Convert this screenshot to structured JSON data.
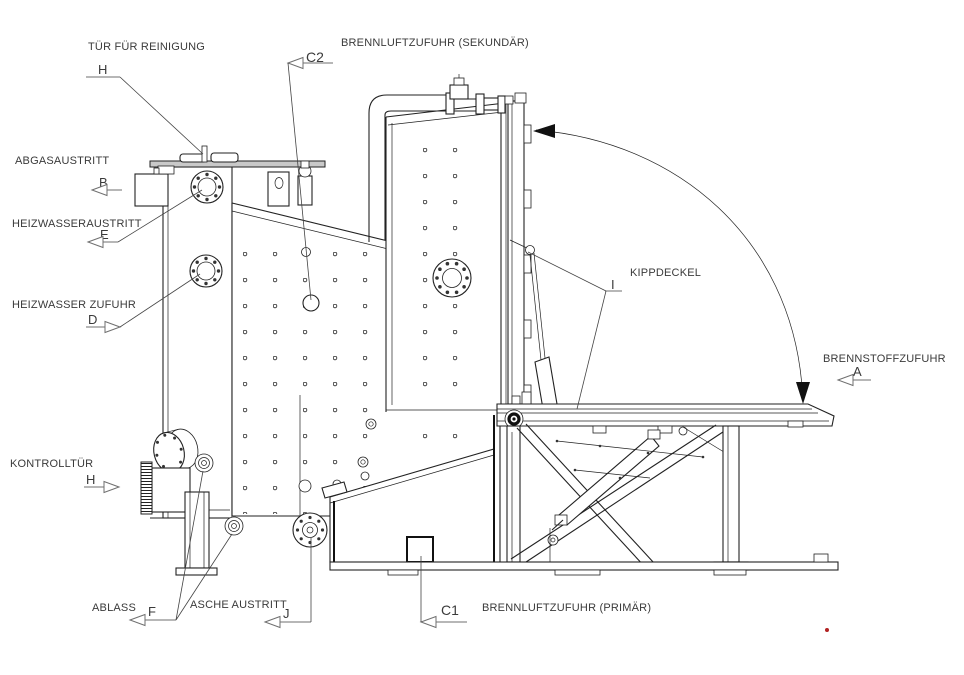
{
  "drawing": {
    "title_hint": "Kesselanlage Seitenansicht",
    "labels": {
      "tuer_fuer_reinigung": "TÜR FÜR REINIGUNG",
      "brennluft_sekundaer": "BRENNLUFTZUFUHR (SEKUNDÄR)",
      "abgasaustritt": "ABGASAUSTRITT",
      "heizwasseraustritt": "HEIZWASSERAUSTRITT",
      "heizwasser_zufuhr": "HEIZWASSER ZUFUHR",
      "kontrolltuer": "KONTROLLTÜR",
      "ablass": "ABLASS",
      "asche_austritt": "ASCHE AUSTRITT",
      "brennluft_primaer": "BRENNLUFTZUFUHR (PRIMÄR)",
      "kippdeckel": "KIPPDECKEL",
      "brennstoffzufuhr": "BRENNSTOFFZUFUHR"
    },
    "datum_letters": {
      "reinigung": "H",
      "abgas": "B",
      "heizwasser_austritt": "E",
      "heizwasser_zufuhr": "D",
      "kontrolltuer": "H",
      "ablass": "F",
      "asche": "J",
      "sekundaer_luft": "C2",
      "primaer_luft": "C1",
      "kippdeckel": "I",
      "brennstoff": "A"
    },
    "colors": {
      "line": "#222222",
      "datum": "#6f6f6f",
      "text": "#3a3a3a",
      "plate_fill": "#c9c9c9",
      "red_dot": "#b22222",
      "background": "#ffffff"
    }
  }
}
